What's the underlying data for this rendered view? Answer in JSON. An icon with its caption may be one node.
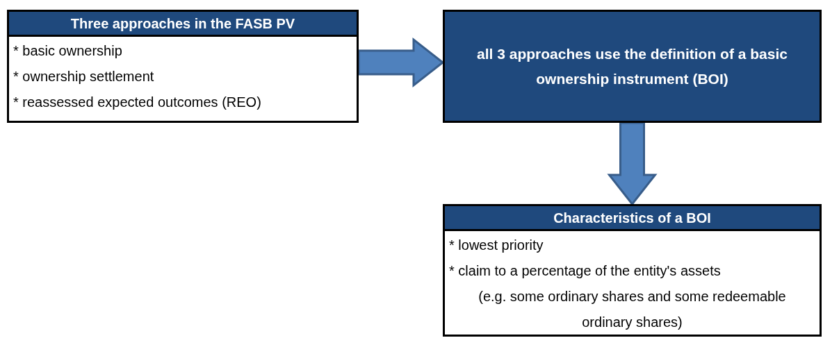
{
  "diagram": {
    "nodes": [
      {
        "text": [
          "Three approaches in the FASB PV",
          "* basic ownership",
          "* ownership settlement",
          "* reassessed expected outcomes (REO)"
        ]
      },
      {
        "text": [
          "all 3 approaches use the definition of a basic ownership instrument (BOI)"
        ]
      },
      {
        "text": [
          "Characteristics of a BOI",
          "* lowest priority",
          "* claim to a percentage of the entity's assets",
          "(e.g. some ordinary shares and some redeemable ordinary shares)"
        ]
      }
    ],
    "edges": [
      {
        "from": 0,
        "to": 1,
        "arrow": "to"
      },
      {
        "from": 1,
        "to": 2,
        "arrow": "to"
      }
    ]
  }
}
